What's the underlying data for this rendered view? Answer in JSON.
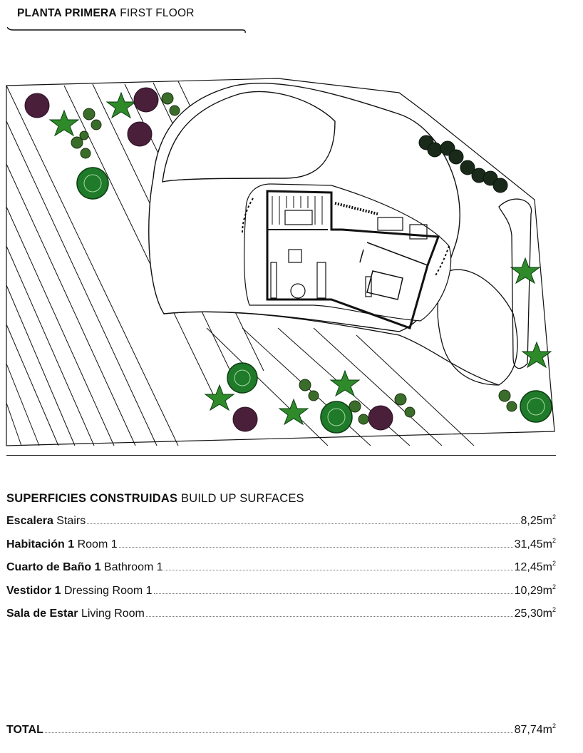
{
  "header": {
    "title_es": "PLANTA PRIMERA",
    "title_en": "FIRST FLOOR"
  },
  "surfaces": {
    "title_es": "SUPERFICIES CONSTRUIDAS",
    "title_en": "BUILD UP SURFACES",
    "unit": "m",
    "unit_sup": "2",
    "rows": [
      {
        "es": "Escalera",
        "en": "Stairs",
        "value": "8,25"
      },
      {
        "es": "Habitación 1",
        "en": "Room 1",
        "value": "31,45"
      },
      {
        "es": "Cuarto de Baño 1",
        "en": "Bathroom 1",
        "value": "12,45"
      },
      {
        "es": "Vestidor 1",
        "en": "Dressing Room 1",
        "value": "10,29"
      },
      {
        "es": "Sala de Estar",
        "en": "Living Room",
        "value": "25,30"
      }
    ],
    "total": {
      "label": "TOTAL",
      "value": "87,74"
    }
  },
  "colors": {
    "tree_green": "#1f7a2a",
    "shrub_purple": "#4a1f3a",
    "line": "#111111"
  }
}
